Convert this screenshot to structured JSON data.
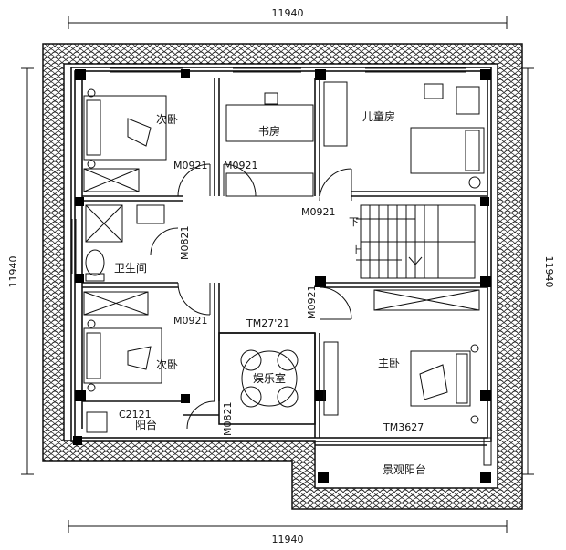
{
  "dimensions": {
    "top": "11940",
    "bottom": "11940",
    "left": "11940",
    "right": "11940"
  },
  "rooms": {
    "bedroom_nw": "次卧",
    "study": "书房",
    "children_room": "儿童房",
    "bathroom": "卫生间",
    "bedroom_sw": "次卧",
    "entertainment": "娱乐室",
    "master_bedroom": "主卧",
    "balcony": "阳台",
    "view_balcony": "景观阳台"
  },
  "doors": {
    "d1": "M0921",
    "d2": "M0921",
    "d3": "M0921",
    "d4": "M0821",
    "d5": "M0921",
    "d6": "M0921",
    "d7": "M0821",
    "tm1": "TM27'21",
    "tm2": "TM3627",
    "c1": "C2121"
  },
  "stairs": {
    "down": "下",
    "up": "上"
  },
  "colors": {
    "line": "#111111",
    "column": "#000000"
  }
}
